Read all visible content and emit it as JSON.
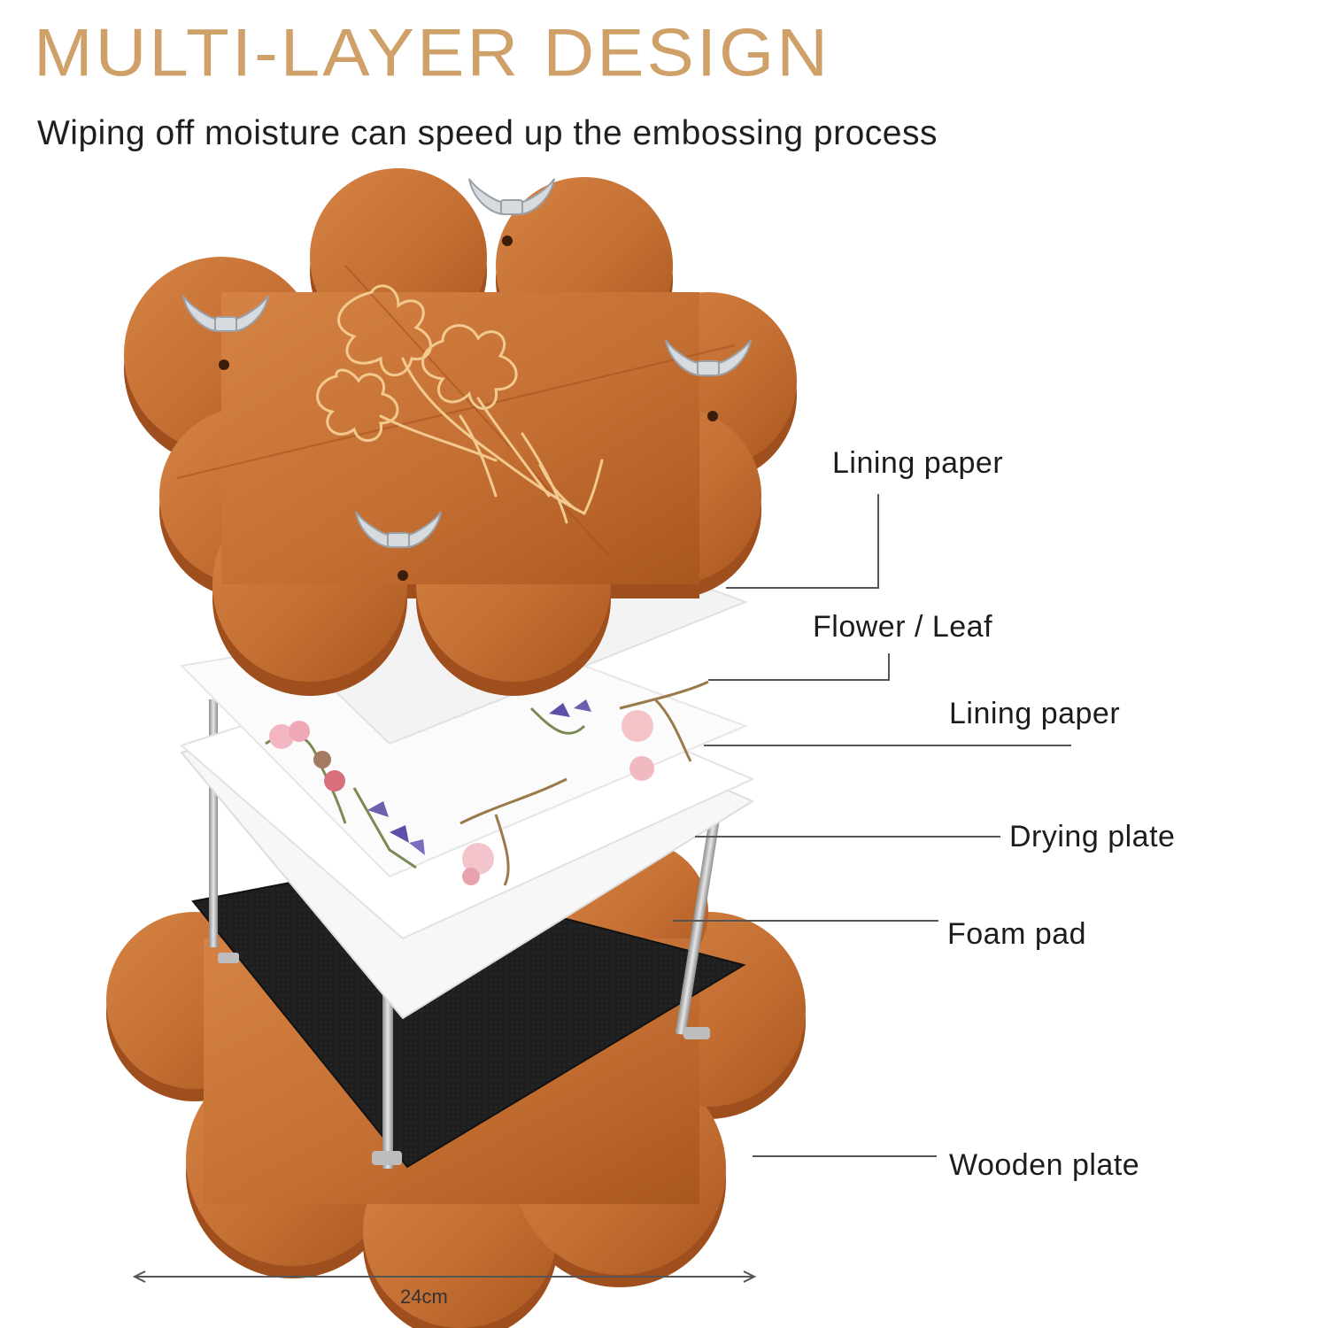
{
  "header": {
    "title": "MULTI-LAYER DESIGN",
    "subtitle": "Wiping off moisture can speed up the embossing process"
  },
  "callouts": [
    "Lining paper",
    "Flower / Leaf",
    "Lining paper",
    "Drying plate",
    "Foam pad",
    "Wooden plate"
  ],
  "dimension": {
    "width_label": "24cm"
  },
  "colors": {
    "title": "#cfa169",
    "wood": "#c46f33",
    "wood_dark": "#a4521f",
    "foam": "#1e1e1e",
    "paper": "#f4f4f4",
    "steel": "#b7b7b7",
    "engraving": "#f2c98e"
  },
  "icons": [
    "wing-nut-icon",
    "flower-engraving-icon",
    "pressed-flower-icon",
    "threaded-rod-icon"
  ]
}
